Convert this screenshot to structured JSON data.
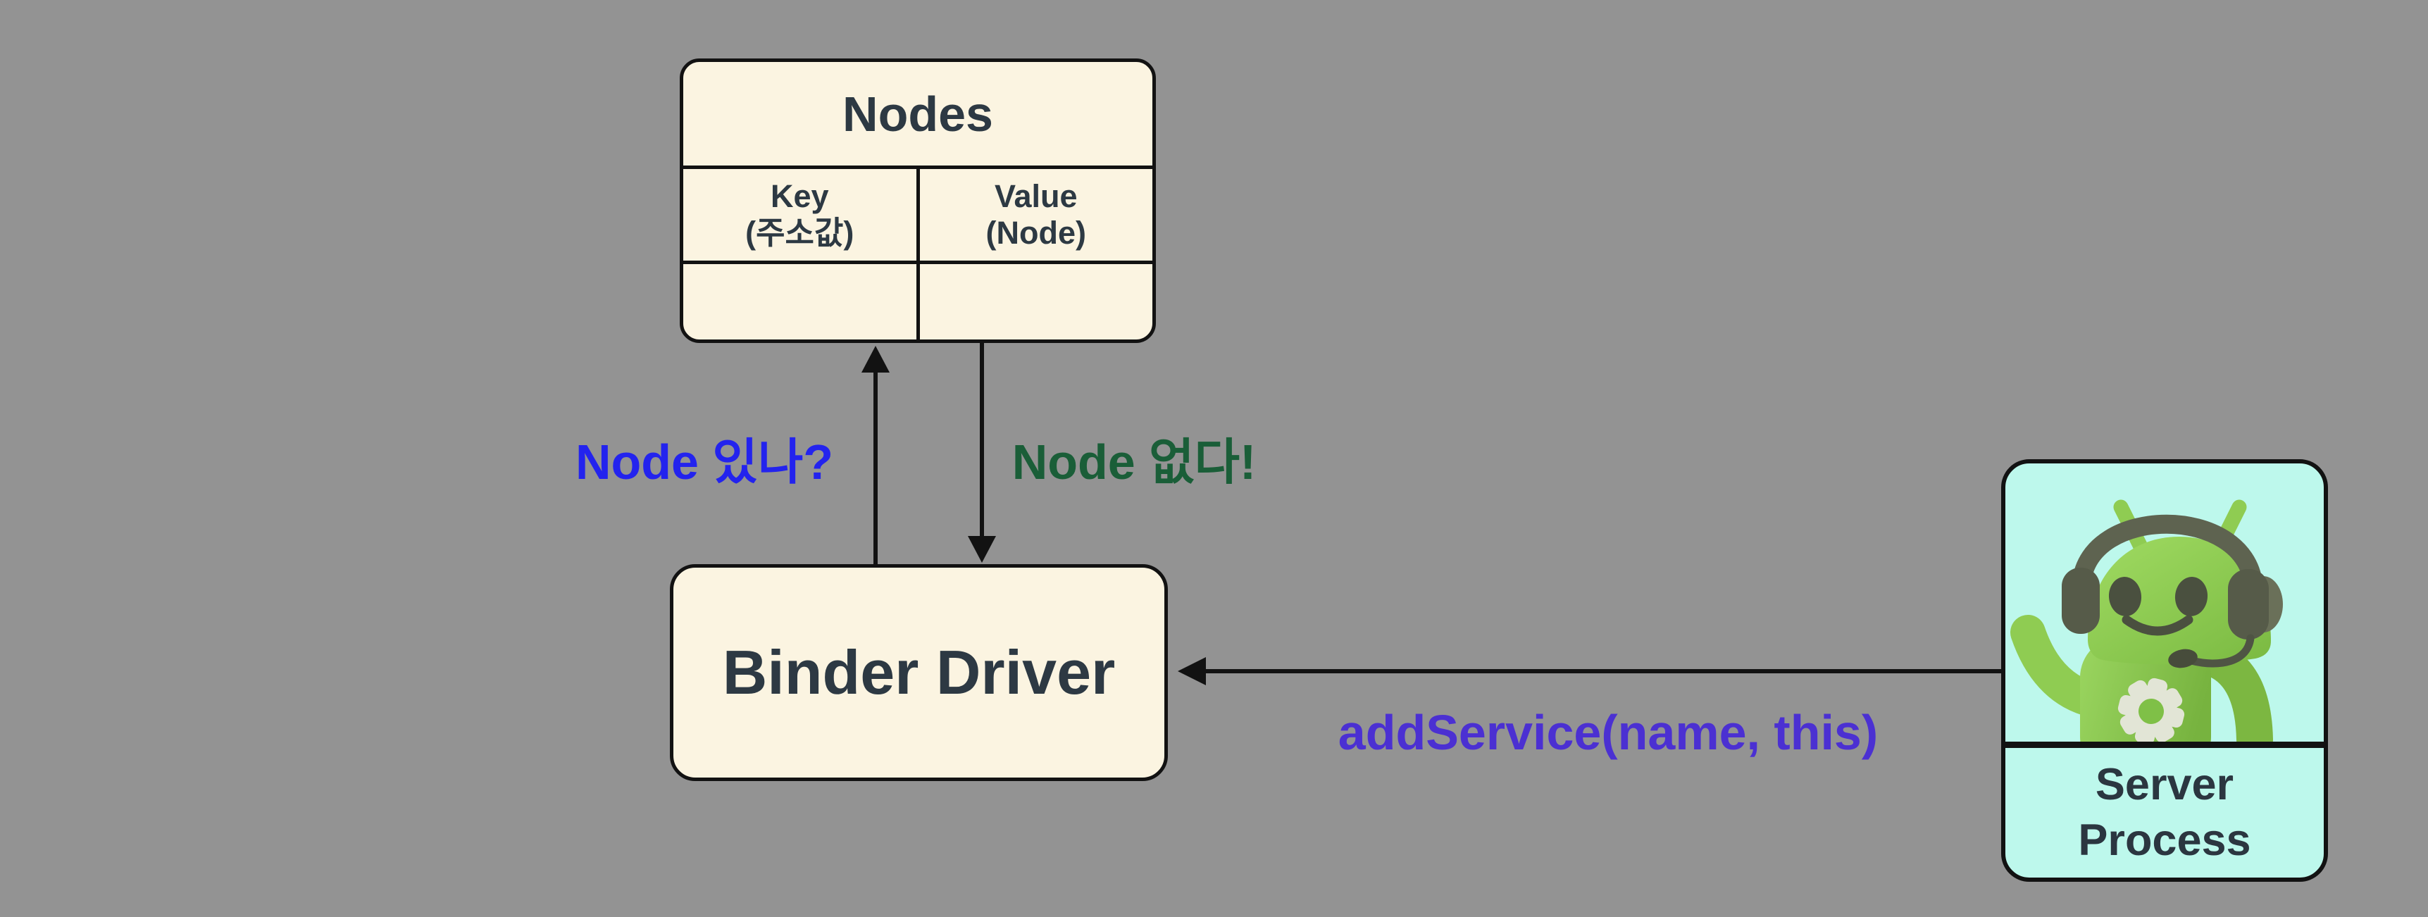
{
  "background_color": "#939393",
  "nodes_table": {
    "title": "Nodes",
    "columns": [
      {
        "lines": [
          "Key",
          "(주소값)"
        ]
      },
      {
        "lines": [
          "Value",
          "(Node)"
        ]
      }
    ],
    "empty_row": [
      "",
      ""
    ],
    "fill_color": "#FBF4E1",
    "border_color": "#121212"
  },
  "binder_driver": {
    "label": "Binder Driver",
    "fill_color": "#FBF4E1"
  },
  "server_process": {
    "lines": [
      "Server",
      "Process"
    ],
    "fill_color": "#BDF8EC",
    "mascot": "android-robot-with-headset-waving-gear-on-chest"
  },
  "labels": {
    "query": {
      "text": "Node 있나?",
      "color": "#2323EE"
    },
    "response": {
      "text": "Node 없다!",
      "color": "#1A5E38"
    },
    "add_service": {
      "text": "addService(name, this)",
      "color": "#4B30D2"
    }
  },
  "arrows": [
    {
      "name": "query-arrow",
      "from": "binder-driver",
      "to": "nodes-table",
      "direction": "up"
    },
    {
      "name": "response-arrow",
      "from": "nodes-table",
      "to": "binder-driver",
      "direction": "down"
    },
    {
      "name": "add-service-arrow",
      "from": "server-process",
      "to": "binder-driver",
      "direction": "left"
    }
  ],
  "colors": {
    "android_green": "#8DC74F",
    "headset_gray": "#5E6350",
    "gear_gray": "#E2E5D6",
    "dark_text": "#2D3943",
    "outline": "#121212"
  }
}
